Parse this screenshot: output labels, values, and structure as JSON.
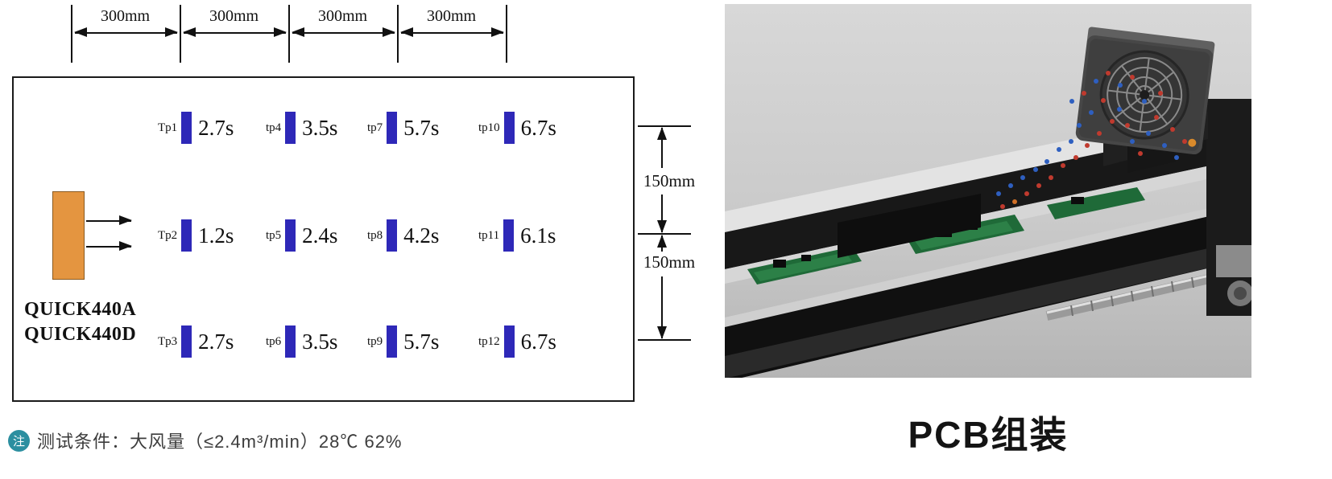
{
  "dimensions_top": {
    "labels": [
      "300mm",
      "300mm",
      "300mm",
      "300mm"
    ]
  },
  "dimensions_side": {
    "labels": [
      "150mm",
      "150mm"
    ]
  },
  "device": {
    "model_line1": "QUICK440A",
    "model_line2": "QUICK440D"
  },
  "test_grid": {
    "rows": [
      {
        "cells": [
          {
            "label": "Tp1",
            "time": "2.7s"
          },
          {
            "label": "tp4",
            "time": "3.5s"
          },
          {
            "label": "tp7",
            "time": "5.7s"
          },
          {
            "label": "tp10",
            "time": "6.7s"
          }
        ]
      },
      {
        "cells": [
          {
            "label": "Tp2",
            "time": "1.2s"
          },
          {
            "label": "tp5",
            "time": "2.4s"
          },
          {
            "label": "tp8",
            "time": "4.2s"
          },
          {
            "label": "tp11",
            "time": "6.1s"
          }
        ]
      },
      {
        "cells": [
          {
            "label": "Tp3",
            "time": "2.7s"
          },
          {
            "label": "tp6",
            "time": "3.5s"
          },
          {
            "label": "tp9",
            "time": "5.7s"
          },
          {
            "label": "tp12",
            "time": "6.7s"
          }
        ]
      }
    ]
  },
  "note": {
    "badge": "注",
    "text": "测试条件：大风量（≤2.4m³/min）28℃ 62%"
  },
  "photo": {
    "caption": "PCB组装"
  },
  "colors": {
    "test_bar": "#2e28b8",
    "device_fill": "#e49540",
    "note_badge": "#2c8fa0"
  }
}
